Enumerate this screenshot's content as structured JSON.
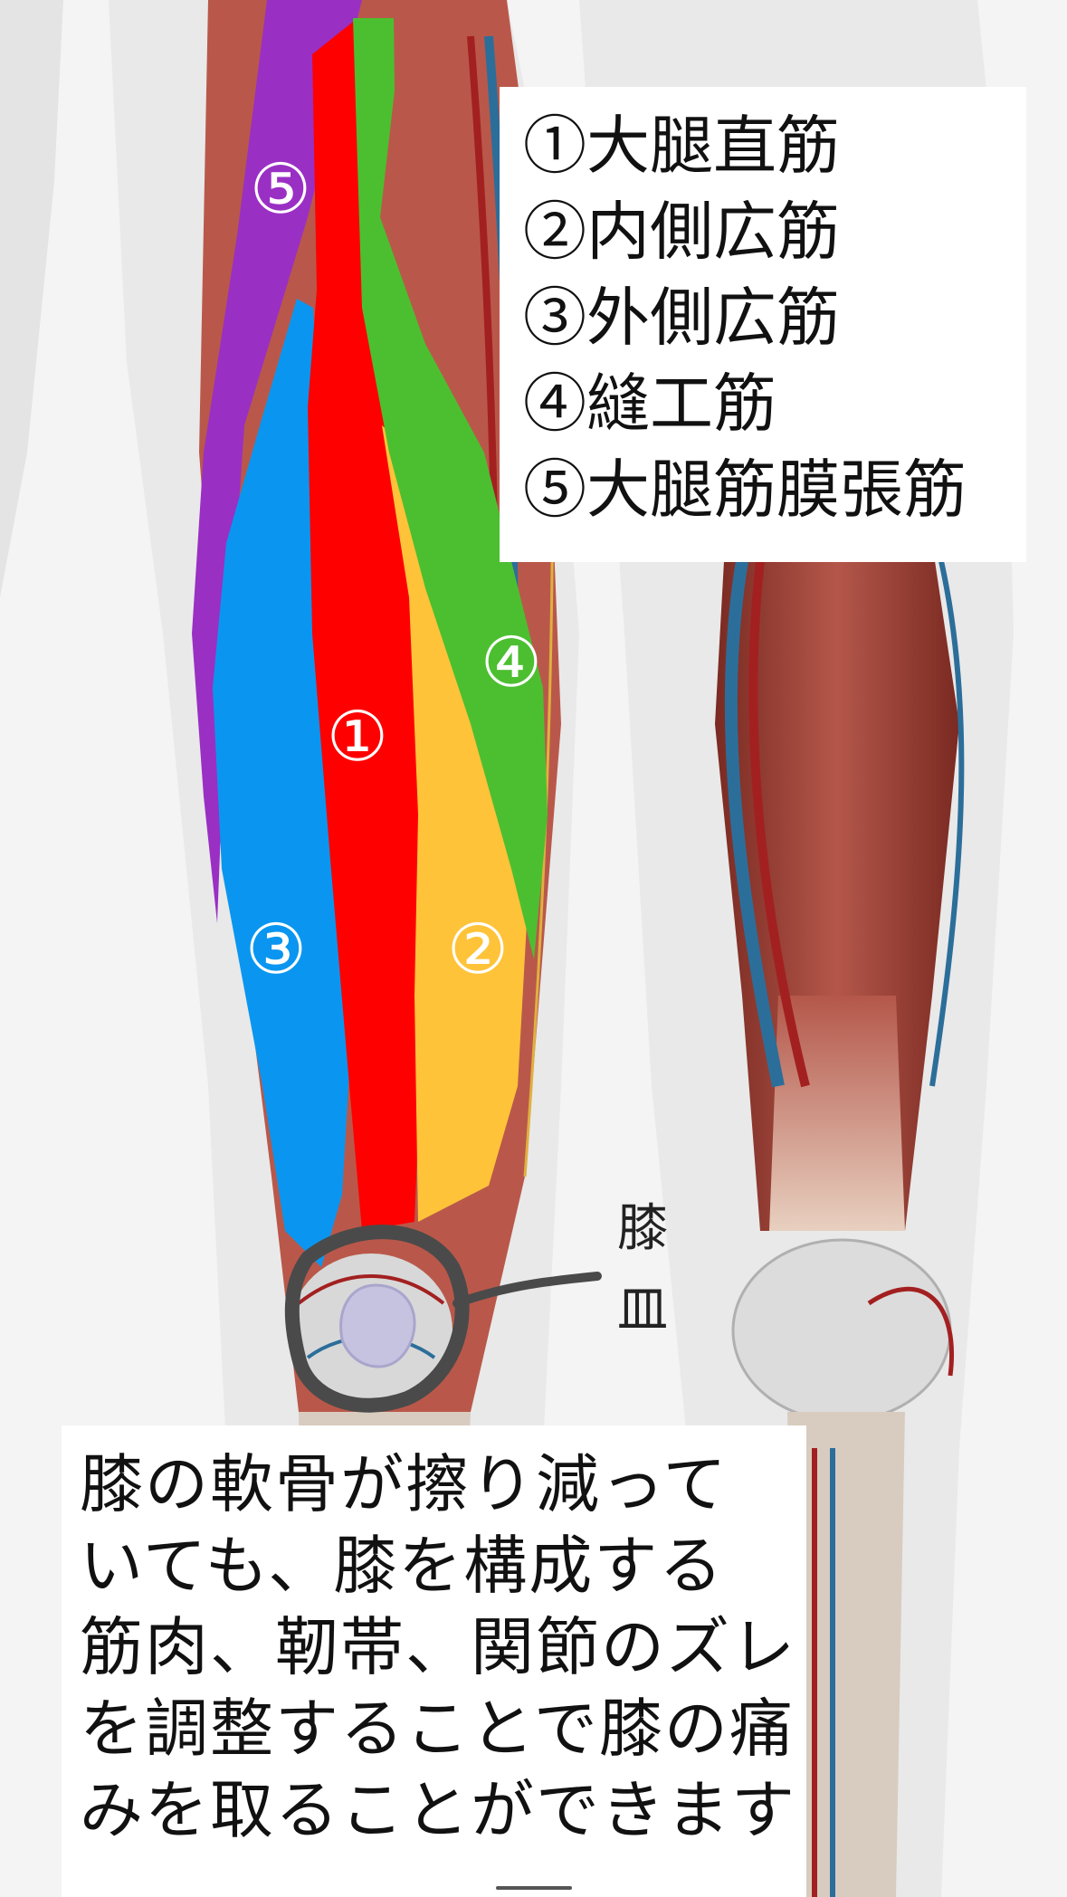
{
  "legend": {
    "items": [
      "①大腿直筋",
      "②内側広筋",
      "③外側広筋",
      "④縫工筋",
      "⑤大腿筋膜張筋"
    ]
  },
  "muscle_labels": [
    "①",
    "②",
    "③",
    "④",
    "⑤"
  ],
  "colors": {
    "rectus_femoris": "#ff0000",
    "vastus_medialis": "#ffc33a",
    "vastus_lateralis": "#0a96f0",
    "sartorius": "#4cbf30",
    "tensor_fasciae_latae": "#9a2fc4",
    "outline": "#4a4a4a",
    "patella": "#c5c3e0"
  },
  "patella_label": [
    "膝",
    "皿"
  ],
  "caption": {
    "lines": [
      "膝の軟骨が擦り減って",
      "いても、膝を構成する",
      "筋肉、靭帯、関節のズレ",
      "を調整することで膝の痛",
      "みを取ることができます"
    ]
  }
}
